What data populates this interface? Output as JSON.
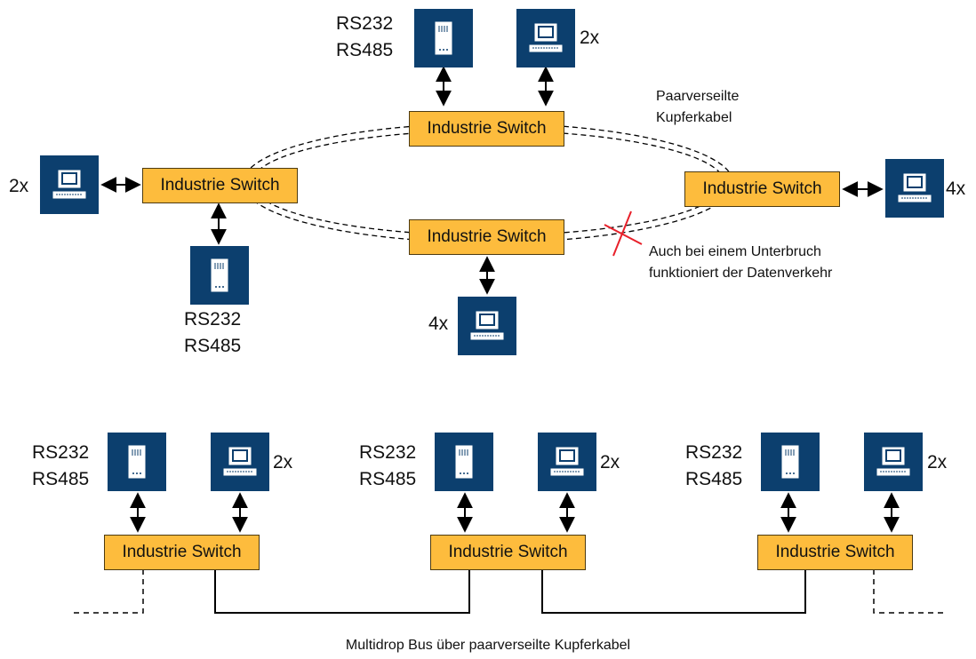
{
  "switch_label": "Industrie Switch",
  "ports": {
    "serial_1": "RS232",
    "serial_2": "RS485"
  },
  "counts": {
    "two": "2x",
    "four": "4x"
  },
  "notes": {
    "cable_1": "Paarverseilte",
    "cable_2": "Kupferkabel",
    "break_1": "Auch bei einem Unterbruch",
    "break_2": "funktioniert der Datenverkehr",
    "bus": "Multidrop Bus über paarverseilte Kupferkabel"
  },
  "colors": {
    "switch_fill": "#fdbc3d",
    "device_fill": "#0c3f6e",
    "break_mark": "#e8202a"
  }
}
